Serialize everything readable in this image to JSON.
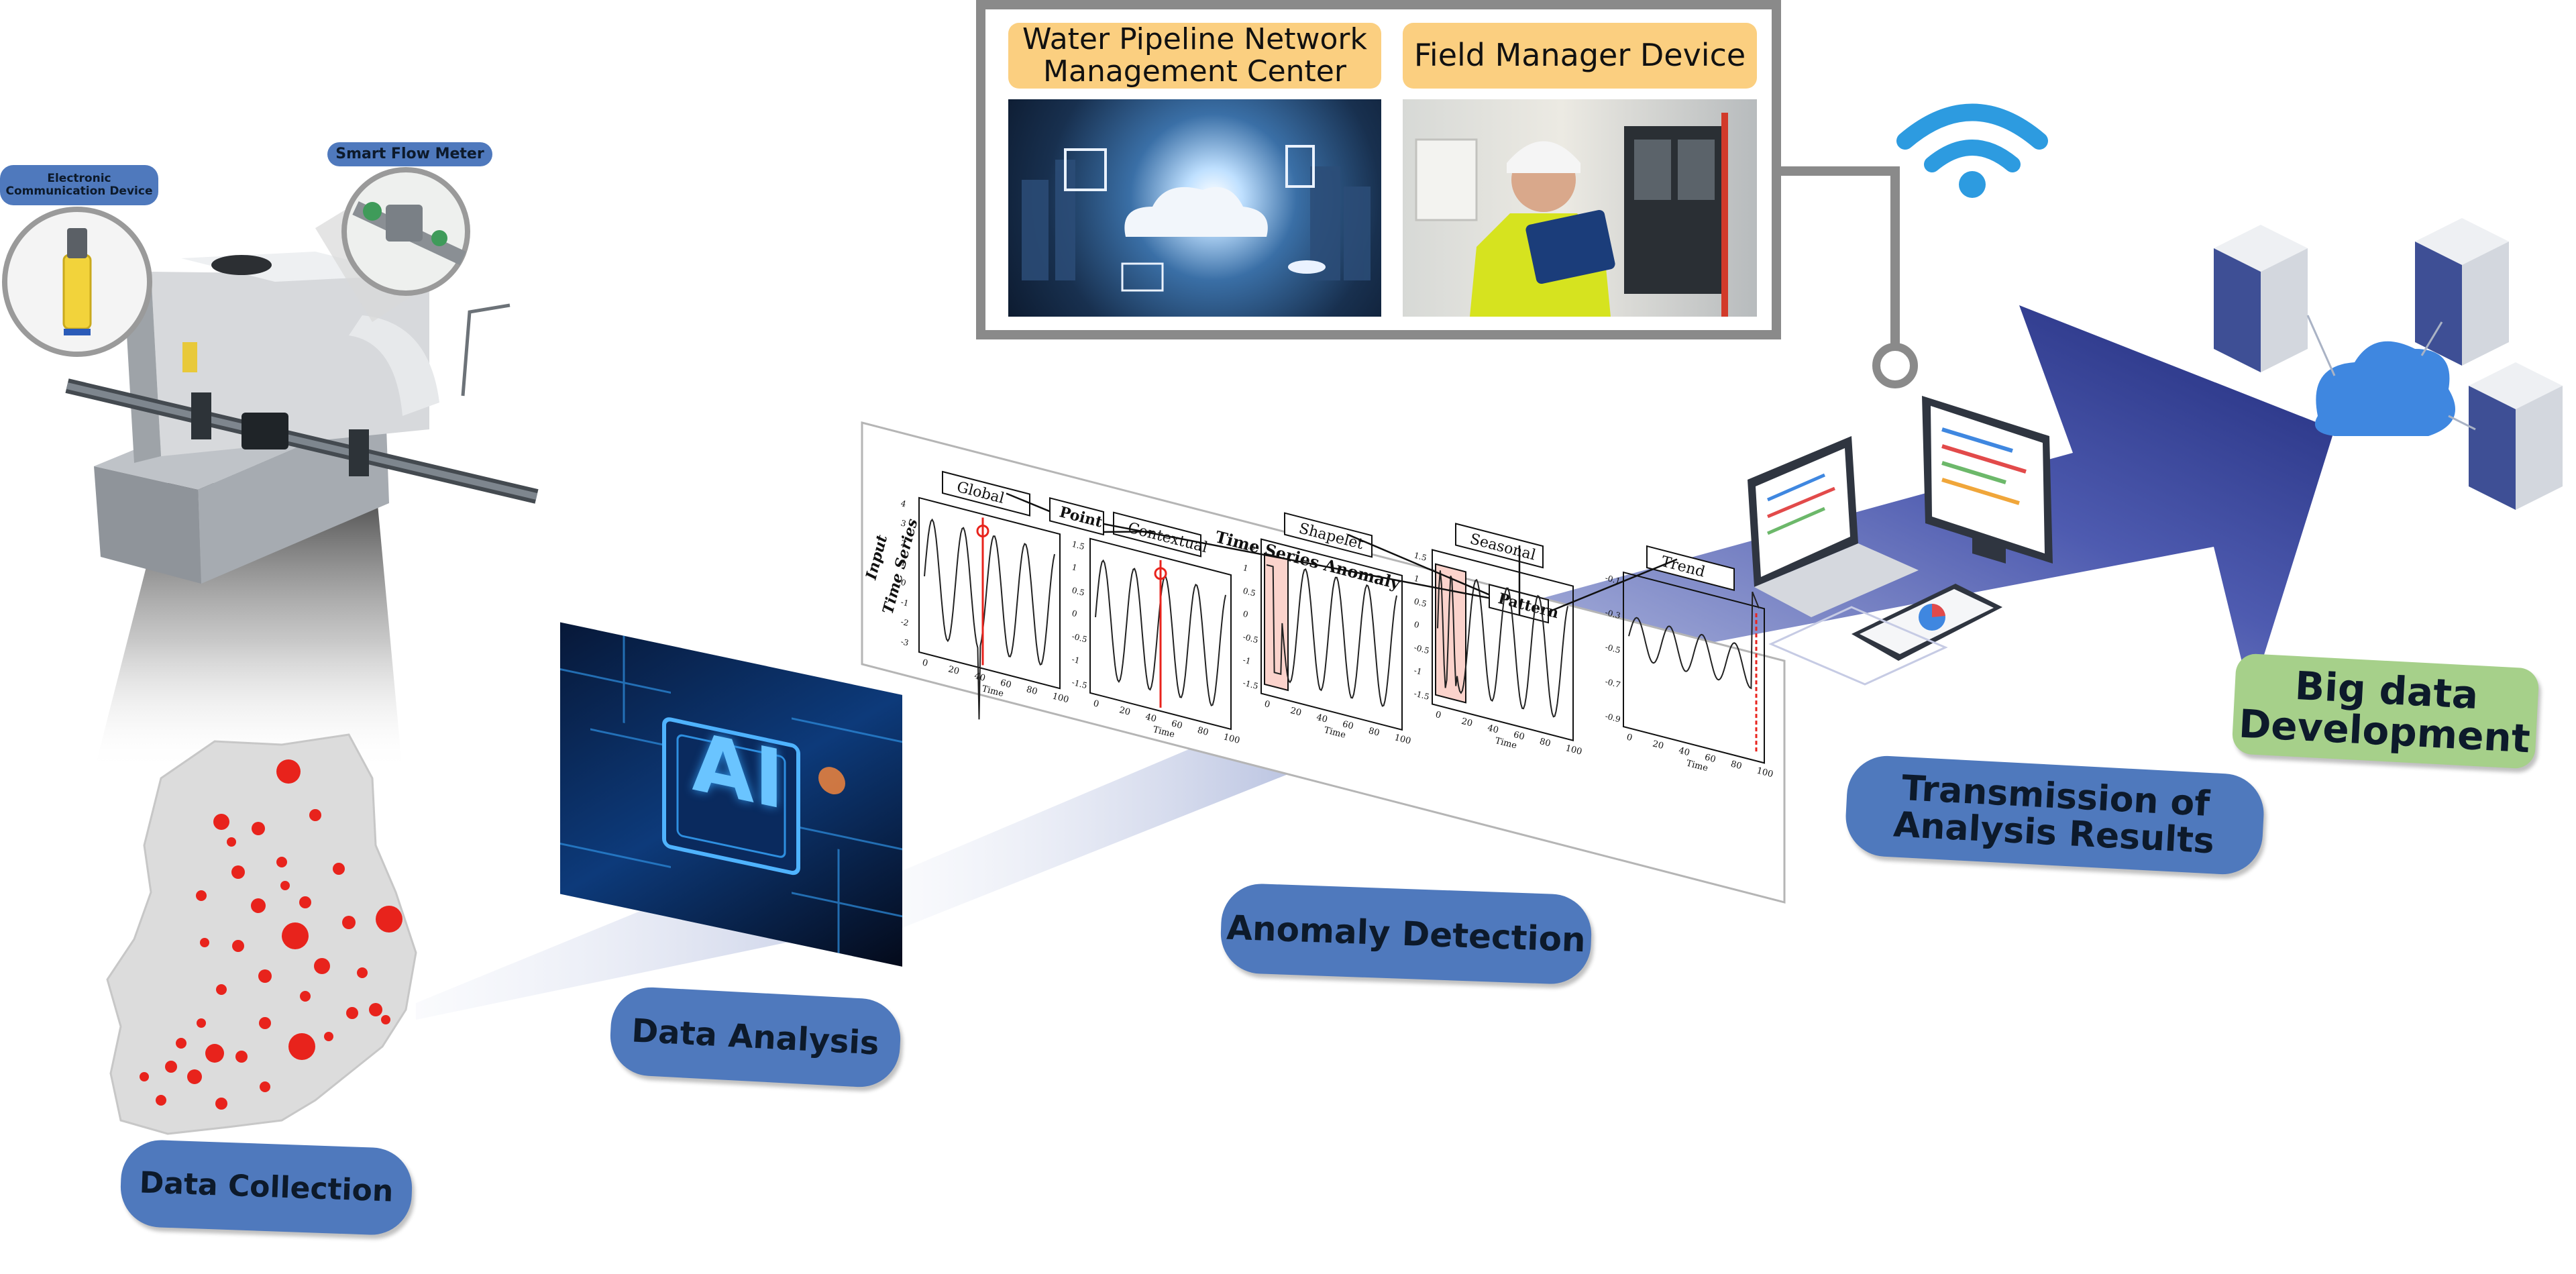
{
  "stages": {
    "data_collection": "Data Collection",
    "data_analysis": "Data Analysis",
    "anomaly_detection": "Anomaly Detection",
    "transmission_line1": "Transmission of",
    "transmission_line2": "Analysis Results",
    "bigdata_line1": "Big data",
    "bigdata_line2": "Development"
  },
  "devices": {
    "electronic_line1": "Electronic",
    "electronic_line2": "Communication Device",
    "smart_flow_meter": "Smart Flow Meter"
  },
  "panel": {
    "center_line1": "Water Pipeline Network",
    "center_line2": "Management Center",
    "field_manager": "Field Manager Device"
  },
  "ai_chip_text": "AI",
  "anomaly_chart": {
    "title": "Time Series Anomaly",
    "ylabel_line1": "Input",
    "ylabel_line2": "Time Series",
    "point_label": "Point",
    "pattern_label": "Pattern",
    "xlabel": "Time",
    "x_ticks": [
      "0",
      "20",
      "40",
      "60",
      "80",
      "100"
    ],
    "panels": [
      {
        "label": "Global",
        "y_ticks": [
          "4",
          "3",
          "2",
          "1",
          "0",
          "-1",
          "-2",
          "-3"
        ]
      },
      {
        "label": "Contextual",
        "y_ticks": [
          "1.5",
          "1",
          "0.5",
          "0",
          "-0.5",
          "-1",
          "-1.5"
        ]
      },
      {
        "label": "Shapelet",
        "y_ticks": [
          "1.5",
          "1",
          "0.5",
          "0",
          "-0.5",
          "-1",
          "-1.5"
        ]
      },
      {
        "label": "Seasonal",
        "y_ticks": [
          "1.5",
          "1",
          "0.5",
          "0",
          "-0.5",
          "-1",
          "-1.5"
        ]
      },
      {
        "label": "Trend",
        "y_ticks": [
          "-0.1",
          "-0.3",
          "-0.5",
          "-0.7",
          "-0.9"
        ]
      }
    ]
  },
  "colors": {
    "pill_blue": "#4f79bd",
    "pill_green": "#a6d08a",
    "panel_label": "#fbcf80",
    "anomaly_red": "#e8231c",
    "arrow_navy": "#2e3b8f",
    "wifi_blue": "#2d9be0"
  }
}
